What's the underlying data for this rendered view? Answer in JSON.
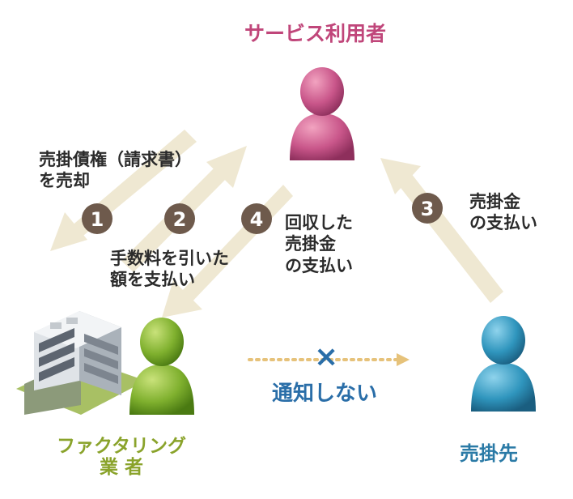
{
  "nodes": {
    "service_user": {
      "label": "サービス利用者",
      "color": "#c0467a"
    },
    "factoring": {
      "label_line1": "ファクタリング",
      "label_line2": "業 者",
      "color": "#8aa32b"
    },
    "customer": {
      "label": "売掛先",
      "color": "#2a7aa6"
    }
  },
  "steps": [
    {
      "number": "1",
      "line1": "売掛債権（請求書）",
      "line2": "を売却"
    },
    {
      "number": "2",
      "line1": "手数料を引いた",
      "line2": "額を支払い"
    },
    {
      "number": "3",
      "line1": "売掛金",
      "line2": "の支払い"
    },
    {
      "number": "4",
      "line1": "回収した",
      "line2": "売掛金",
      "line3": "の支払い"
    }
  ],
  "notice": {
    "mark": "×",
    "text": "通知しない",
    "color": "#2a6ea8"
  },
  "colors": {
    "arrow": "#efe8d2",
    "badge": "#6e5a4c"
  }
}
